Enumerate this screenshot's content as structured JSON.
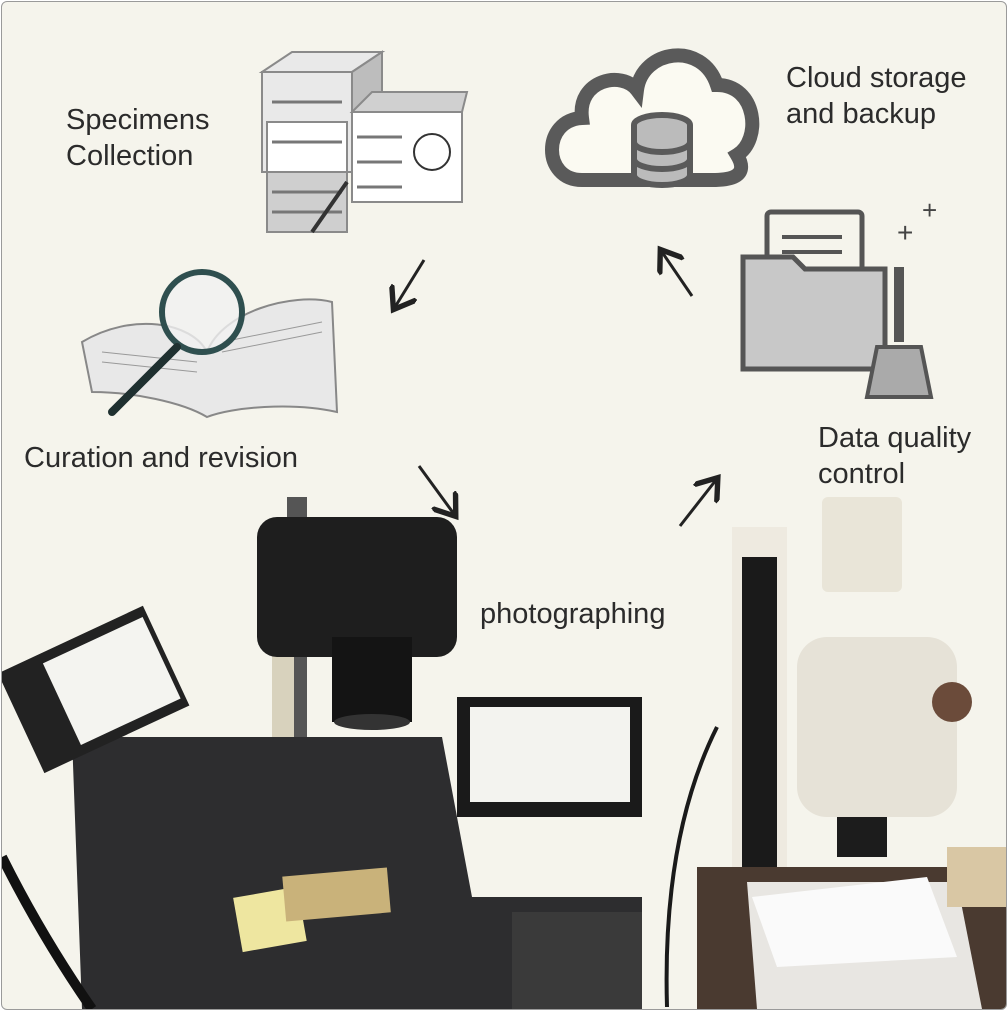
{
  "labels": {
    "specimens": "Specimens Collection",
    "specimens_line1": "Specimens",
    "specimens_line2": "Collection",
    "cloud_line1": "Cloud storage",
    "cloud_line2": "and backup",
    "curation": "Curation and revision",
    "photographing": "photographing",
    "quality_line1": "Data quality",
    "quality_line2": "control"
  },
  "colors": {
    "background": "#f5f4ec",
    "icon_gray": "#a8a8a8",
    "icon_dark": "#555555"
  }
}
